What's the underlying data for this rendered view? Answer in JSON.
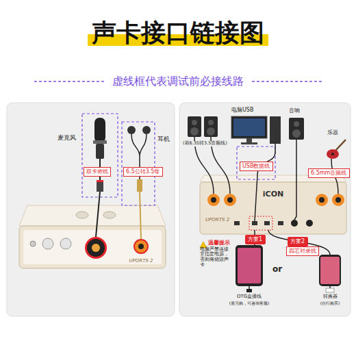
{
  "diagram": {
    "title": "声卡接口链接图",
    "nodes": [
      {
        "text": [
          "双卡侬线"
        ]
      },
      {
        "text": [
          "6.5公转3.5母"
        ]
      },
      {
        "text": [
          "USB数据线"
        ]
      },
      {
        "text": [
          "6.5mm音频线"
        ]
      },
      {
        "text": [
          "温馨提示",
          "电脑严禁连接非指定电源，否则将烧毁声卡"
        ]
      },
      {
        "text": [
          "方案1"
        ]
      },
      {
        "text": [
          "方案2"
        ]
      },
      {
        "text": [
          "四芯对录线"
        ]
      }
    ],
    "labels": [
      "虚线框代表调试前必接线路",
      "麦克风",
      "耳机",
      "UPORTS 2",
      "电脑USB",
      "音响",
      "(双6.35转3.5音频线)",
      "乐器",
      "iCON",
      "UPORTS 2",
      "or",
      "OTG直播线",
      "(需另购，可咨询客服)",
      "转换器",
      "(自行购买)"
    ]
  }
}
